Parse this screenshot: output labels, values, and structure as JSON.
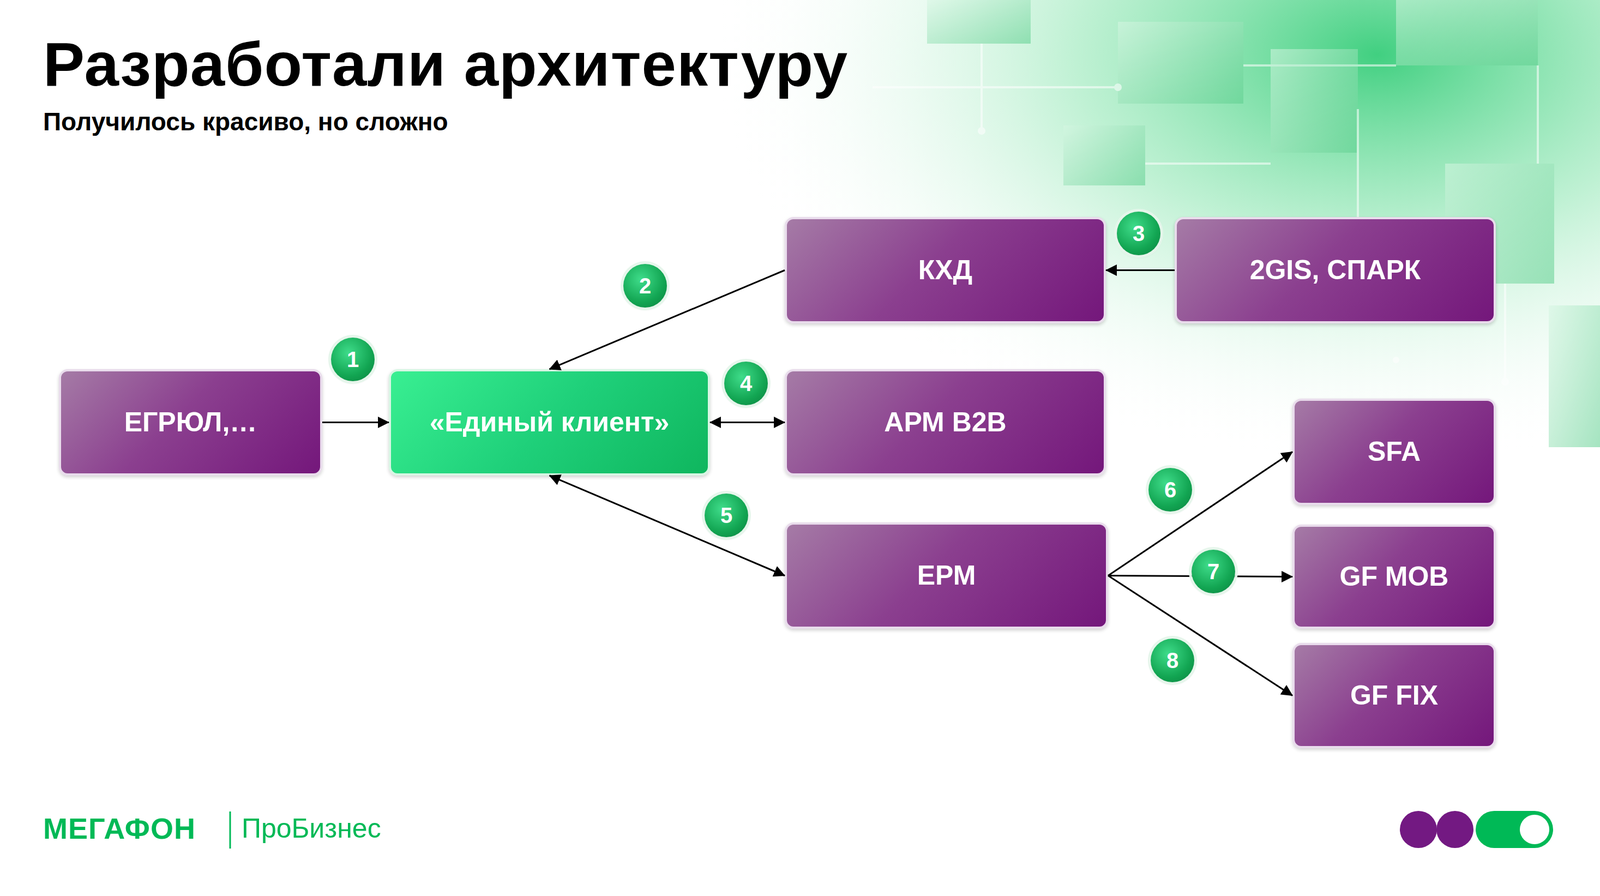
{
  "diagram": {
    "title": "Разработали архитектуру",
    "nodes": [
      {
        "text": [
          "ЕГРЮЛ,…"
        ]
      },
      {
        "text": [
          "«Единый клиент»"
        ]
      },
      {
        "text": [
          "КХД"
        ]
      },
      {
        "text": [
          "2GIS, СПАРК"
        ]
      },
      {
        "text": [
          "АРМ В2В"
        ]
      },
      {
        "text": [
          "ЕРМ"
        ]
      },
      {
        "text": [
          "SFA"
        ]
      },
      {
        "text": [
          "GF MOB"
        ]
      },
      {
        "text": [
          "GF FIX"
        ]
      }
    ],
    "edges": [
      {
        "from": 0,
        "to": 1,
        "arrow": "to"
      },
      {
        "from": 2,
        "to": 1,
        "arrow": "to"
      },
      {
        "from": 3,
        "to": 2,
        "arrow": "to"
      },
      {
        "from": 1,
        "to": 4,
        "arrow": "both"
      },
      {
        "from": 1,
        "to": 5,
        "arrow": "both"
      },
      {
        "from": 5,
        "to": 6,
        "arrow": "to"
      },
      {
        "from": 5,
        "to": 7,
        "arrow": "to"
      },
      {
        "from": 5,
        "to": 8,
        "arrow": "to"
      }
    ],
    "labels": [
      "Получилось красиво, но сложно",
      "1",
      "2",
      "3",
      "4",
      "5",
      "6",
      "7",
      "8",
      "МЕГАФОН",
      "ПроБизнес"
    ]
  }
}
